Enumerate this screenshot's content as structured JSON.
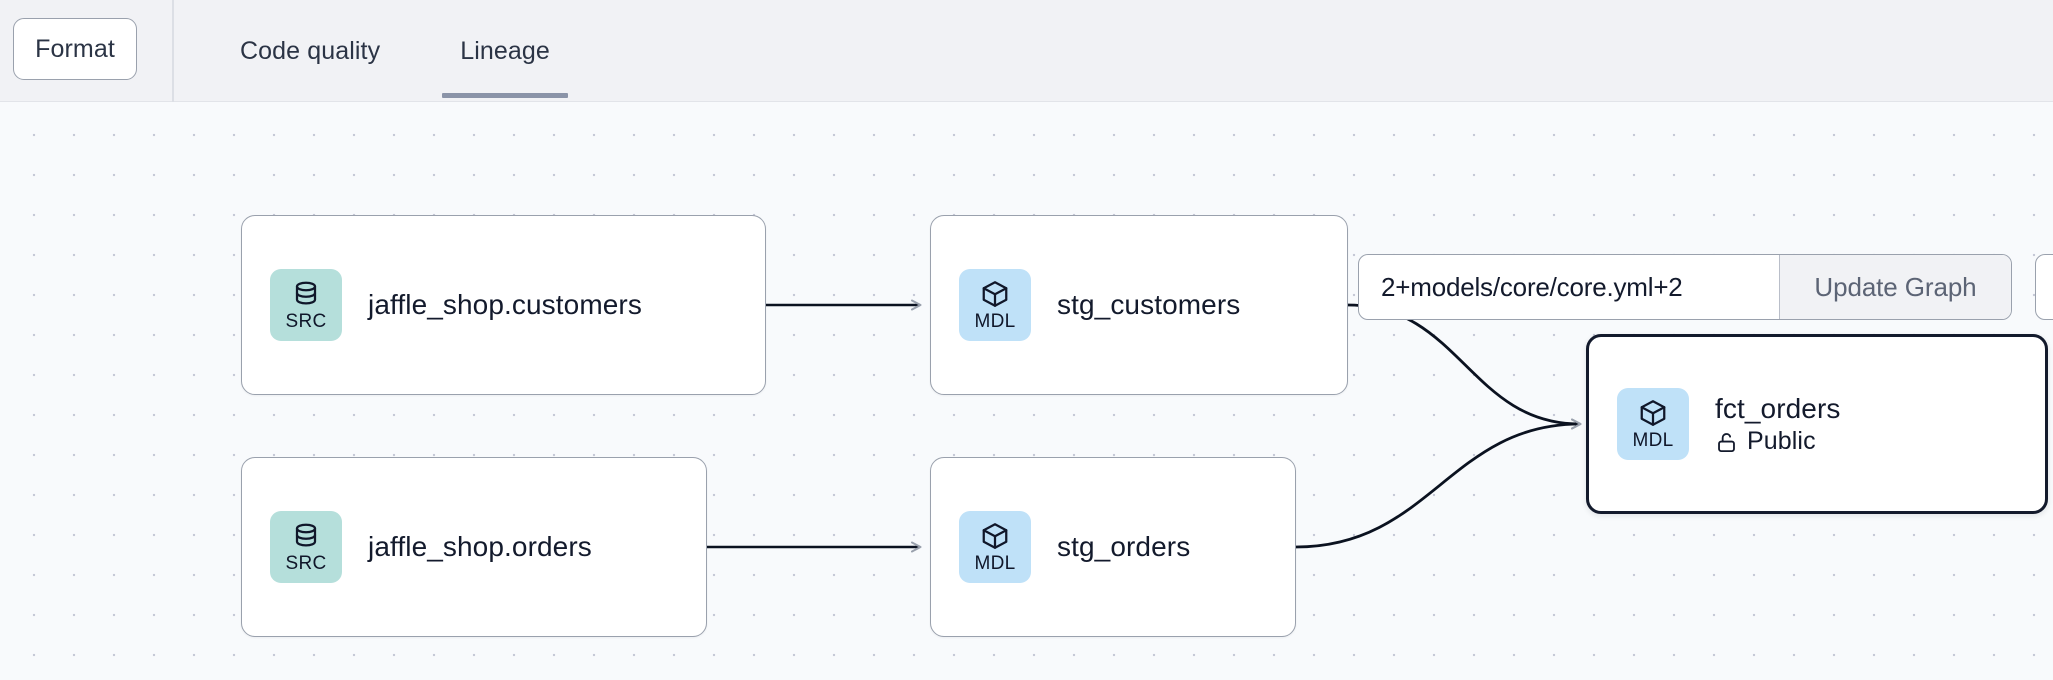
{
  "header": {
    "format_button": "Format",
    "tabs": [
      {
        "label": "Code quality",
        "active": false
      },
      {
        "label": "Lineage",
        "active": true
      }
    ]
  },
  "graph_control": {
    "selector_value": "2+models/core/core.yml+2",
    "selector_placeholder": "2+models/core/core.yml+2",
    "update_button": "Update Graph"
  },
  "lineage": {
    "nodes": [
      {
        "id": "src_customers",
        "kind": "SRC",
        "kind_label": "SRC",
        "icon": "database-icon",
        "title": "jaffle_shop.customers",
        "access": null,
        "selected": false,
        "badge_color": "#b5dfdb"
      },
      {
        "id": "src_orders",
        "kind": "SRC",
        "kind_label": "SRC",
        "icon": "database-icon",
        "title": "jaffle_shop.orders",
        "access": null,
        "selected": false,
        "badge_color": "#b5dfdb"
      },
      {
        "id": "stg_customers",
        "kind": "MDL",
        "kind_label": "MDL",
        "icon": "cube-icon",
        "title": "stg_customers",
        "access": null,
        "selected": false,
        "badge_color": "#bfe1f8"
      },
      {
        "id": "stg_orders",
        "kind": "MDL",
        "kind_label": "MDL",
        "icon": "cube-icon",
        "title": "stg_orders",
        "access": null,
        "selected": false,
        "badge_color": "#bfe1f8"
      },
      {
        "id": "fct_orders",
        "kind": "MDL",
        "kind_label": "MDL",
        "icon": "cube-icon",
        "title": "fct_orders",
        "access": "Public",
        "access_icon": "unlock-icon",
        "selected": true,
        "badge_color": "#bfe1f8"
      }
    ],
    "edges": [
      {
        "from": "src_customers",
        "to": "stg_customers"
      },
      {
        "from": "src_orders",
        "to": "stg_orders"
      },
      {
        "from": "stg_customers",
        "to": "fct_orders"
      },
      {
        "from": "stg_orders",
        "to": "fct_orders"
      }
    ]
  },
  "colors": {
    "canvas_bg": "#f8fafc",
    "header_bg": "#f1f2f5",
    "node_border": "#9aa1ad",
    "node_selected_border": "#131a2c",
    "tab_underline": "#8b94a8",
    "edge_stroke": "#0b1220",
    "grid_dot": "#c6c9d6"
  }
}
